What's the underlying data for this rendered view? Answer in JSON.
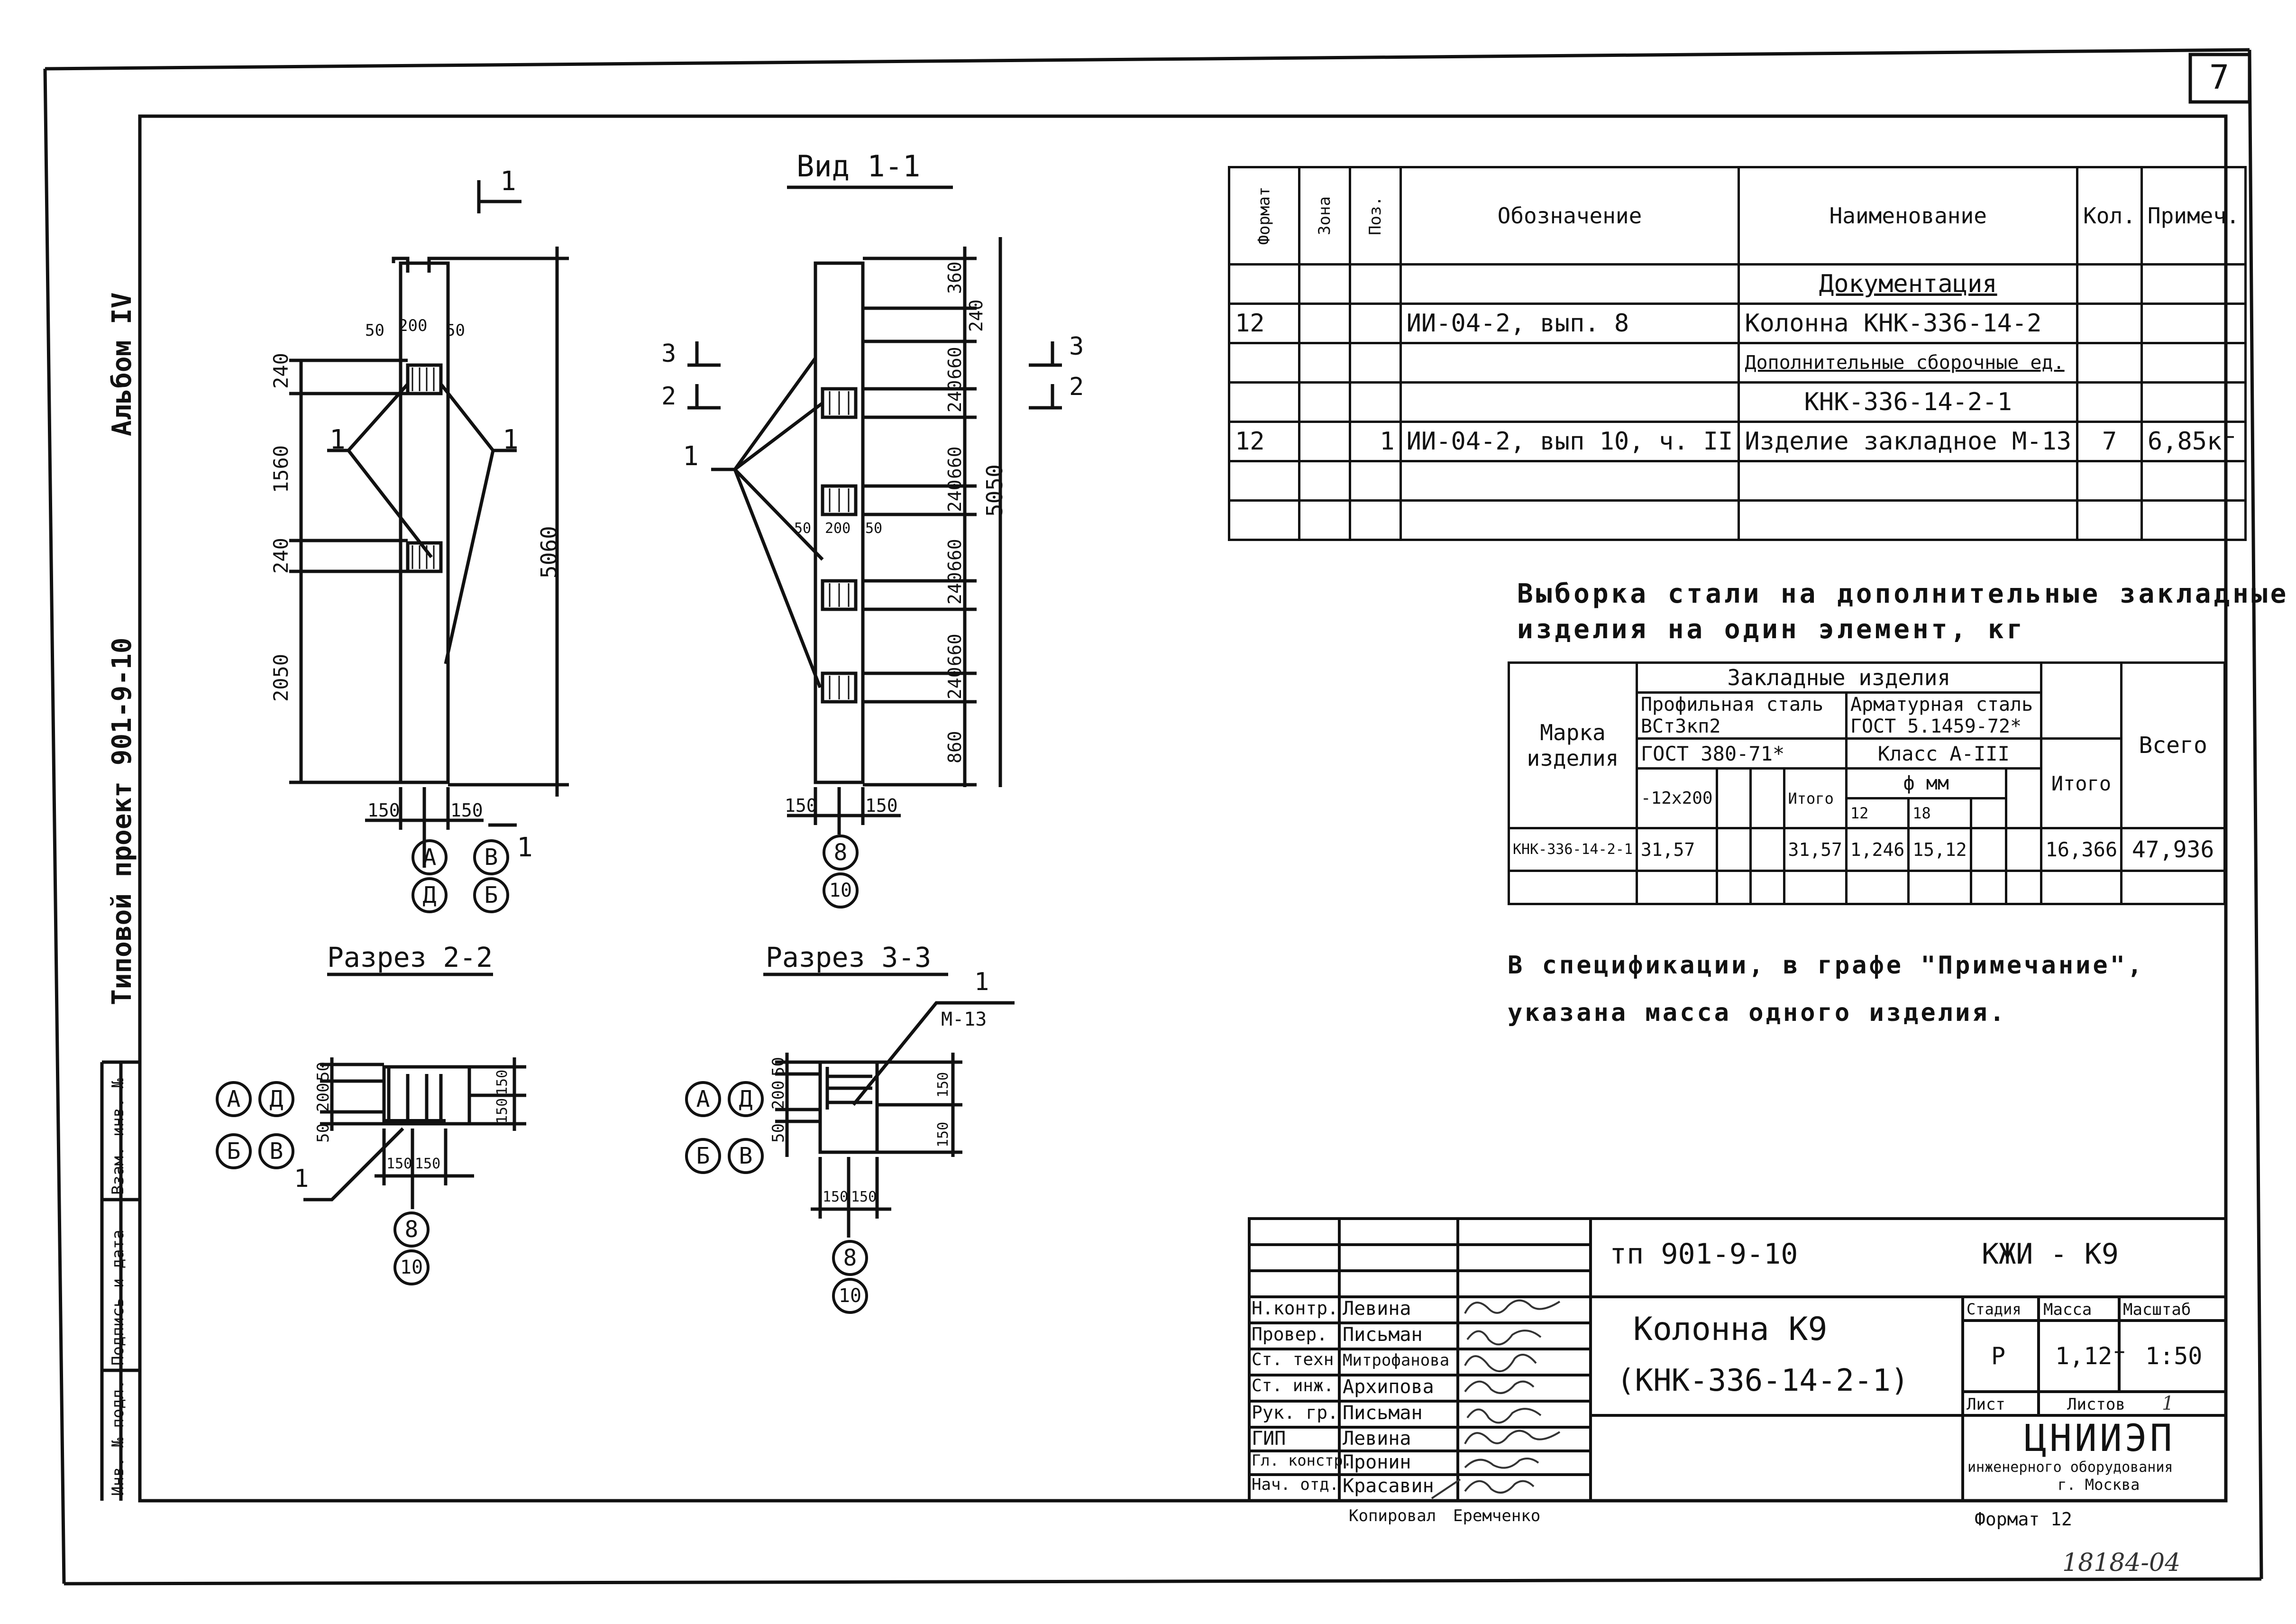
{
  "sheet_number": "7",
  "margin_text": {
    "album": "Альбом IV",
    "project": "Типовой проект 901-9-10",
    "stamp_cells": [
      "Инв. № подл.",
      "Подпись и дата",
      "Взам. инв. №"
    ]
  },
  "drawings": {
    "elevation": {
      "section_mark": "1",
      "dims_left": [
        "240",
        "1560",
        "240",
        "2050"
      ],
      "dim_total": "5060",
      "dims_top": [
        "50",
        "200",
        "50"
      ],
      "dims_bottom": [
        "150",
        "150"
      ],
      "callout": "1",
      "axes": [
        "А",
        "В",
        "Д",
        "Б"
      ],
      "section_mark_bottom": "1"
    },
    "view_1_1": {
      "title": "Вид 1-1",
      "dims_right": [
        "360",
        "240",
        "660",
        "240",
        "660",
        "240",
        "660",
        "240",
        "660",
        "240",
        "860"
      ],
      "dim_total": "5050",
      "dims_mid": [
        "50",
        "200",
        "50"
      ],
      "dims_bottom": [
        "150",
        "150"
      ],
      "callout": "1",
      "cut_marks": [
        "3",
        "2",
        "3",
        "2"
      ],
      "axes": [
        "8",
        "10"
      ]
    },
    "section_2_2": {
      "title": "Разрез 2-2",
      "dims_left": [
        "50",
        "200",
        "50"
      ],
      "dims_right": [
        "150",
        "150"
      ],
      "dims_bottom": [
        "150",
        "150"
      ],
      "callout": "1",
      "axes_left": [
        "А",
        "Д",
        "Б",
        "В"
      ],
      "axes_bottom": [
        "8",
        "10"
      ]
    },
    "section_3_3": {
      "title": "Разрез 3-3",
      "dims_left": [
        "50",
        "200",
        "50"
      ],
      "dims_right": [
        "150",
        "150"
      ],
      "dims_bottom": [
        "150",
        "150"
      ],
      "callout": "1",
      "callout_label": "М-13",
      "axes_left": [
        "А",
        "Д",
        "Б",
        "В"
      ],
      "axes_bottom": [
        "8",
        "10"
      ]
    }
  },
  "spec_table": {
    "headers": [
      "Формат",
      "Зона",
      "Поз.",
      "Обозначение",
      "Наименование",
      "Кол.",
      "Примеч."
    ],
    "rows": [
      [
        "",
        "",
        "",
        "",
        "Документация",
        "",
        ""
      ],
      [
        "12",
        "",
        "",
        "ИИ-04-2, вып. 8",
        "Колонна КНК-336-14-2",
        "",
        ""
      ],
      [
        "",
        "",
        "",
        "",
        "Дополнительные сборочные ед.",
        "",
        ""
      ],
      [
        "",
        "",
        "",
        "",
        "КНК-336-14-2-1",
        "",
        ""
      ],
      [
        "12",
        "",
        "1",
        "ИИ-04-2, вып 10, ч. II",
        "Изделие закладное М-13",
        "7",
        "6,85кг"
      ],
      [
        "",
        "",
        "",
        "",
        "",
        "",
        ""
      ],
      [
        "",
        "",
        "",
        "",
        "",
        "",
        ""
      ]
    ]
  },
  "steel_title": [
    "Выборка стали на дополнительные закладные",
    "изделия на один элемент, кг"
  ],
  "steel_table": {
    "h_mark": "Марка изделия",
    "h_embedded": "Закладные изделия",
    "h_profile": "Профильная сталь ВСт3кп2",
    "h_profile_gost": "ГОСТ 380-71*",
    "h_rebar": "Арматурная сталь ГОСТ 5.1459-72*",
    "h_class": "Класс А-III",
    "h_dia": "ф мм",
    "h_plate": "-12х200",
    "h_subtotal": "Итого",
    "h_d12": "12",
    "h_d18": "18",
    "h_total": "Итого",
    "h_all": "Всего",
    "row": {
      "mark": "КНК-336-14-2-1",
      "plate": "31,57",
      "subtotal": "31,57",
      "d12": "1,246",
      "d18": "15,12",
      "total": "16,366",
      "all": "47,936"
    }
  },
  "note": [
    "В спецификации, в графе \"Примечание\",",
    "указана масса одного изделия."
  ],
  "title_block": {
    "project_code": "тп 901-9-10",
    "doc_code": "КЖИ - К9",
    "title": [
      "Колонна К9",
      "(КНК-336-14-2-1)"
    ],
    "stage_h": "Стадия",
    "mass_h": "Масса",
    "scale_h": "Масштаб",
    "stage": "Р",
    "mass": "1,12т",
    "scale": "1:50",
    "sheet_h": "Лист",
    "sheets_h": "Листов",
    "sheets": "1",
    "org": "ЦНИИЭП",
    "org_sub": [
      "инженерного оборудования",
      "г. Москва"
    ],
    "signers": [
      {
        "role": "Н.контр.",
        "name": "Левина"
      },
      {
        "role": "Провер.",
        "name": "Письман"
      },
      {
        "role": "Ст. техн.",
        "name": "Митрофанова"
      },
      {
        "role": "Ст. инж.",
        "name": "Архипова"
      },
      {
        "role": "Рук. гр.",
        "name": "Письман"
      },
      {
        "role": "ГИП",
        "name": "Левина"
      },
      {
        "role": "Гл. констр.",
        "name": "Пронин"
      },
      {
        "role": "Нач. отд.",
        "name": "Красавин"
      }
    ],
    "copied": "Копировал",
    "copier": "Еремченко",
    "format": "Формат 12"
  },
  "inventory_number": "18184-04"
}
